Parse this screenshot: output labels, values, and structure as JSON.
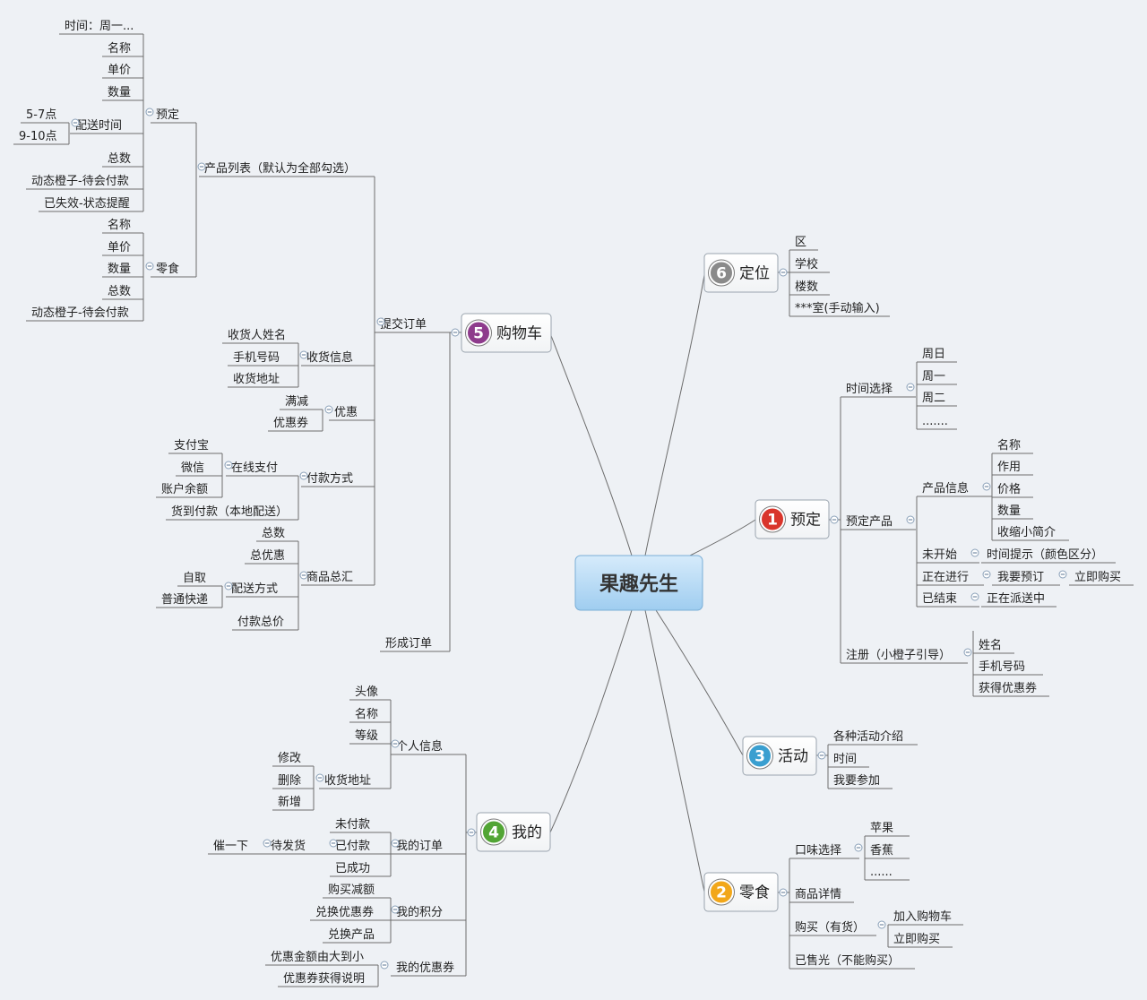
{
  "central": {
    "label": "果趣先生"
  },
  "colors": {
    "background": "#eef1f5",
    "line": "#6d6d6d",
    "central_fill": "#a9d3f2",
    "badge_1": "#d9352b",
    "badge_2": "#f2a71a",
    "badge_3": "#3a9fd0",
    "badge_4": "#52a535",
    "badge_5": "#8e3b8c",
    "badge_6": "#8a8a8a"
  },
  "branches": [
    {
      "num": "6",
      "label": "定位",
      "icon": "number-badge-icon"
    },
    {
      "num": "1",
      "label": "预定",
      "icon": "number-badge-icon"
    },
    {
      "num": "3",
      "label": "活动",
      "icon": "number-badge-icon"
    },
    {
      "num": "2",
      "label": "零食",
      "icon": "number-badge-icon"
    },
    {
      "num": "5",
      "label": "购物车",
      "icon": "number-badge-icon"
    },
    {
      "num": "4",
      "label": "我的",
      "icon": "number-badge-icon"
    }
  ],
  "texts": [
    "区",
    "学校",
    "楼数",
    "***室(手动输入)",
    "时间选择",
    "周日",
    "周一",
    "周二",
    ".......",
    "预定产品",
    "产品信息",
    "名称",
    "作用",
    "价格",
    "数量",
    "收缩小简介",
    "未开始",
    "时间提示（颜色区分）",
    "正在进行",
    "我要预订",
    "立即购买",
    "已结束",
    "正在派送中",
    "注册（小橙子引导）",
    "姓名",
    "手机号码",
    "获得优惠券",
    "各种活动介绍",
    "时间",
    "我要参加",
    "口味选择",
    "苹果",
    "香蕉",
    "......",
    "商品详情",
    "购买（有货）",
    "加入购物车",
    "立即购买",
    "已售光（不能购买）",
    "提交订单",
    "形成订单",
    "产品列表（默认为全部勾选）",
    "预定",
    "时间：周一...",
    "名称",
    "单价",
    "数量",
    "配送时间",
    "5-7点",
    "9-10点",
    "总数",
    "动态橙子-待会付款",
    "已失效-状态提醒",
    "零食",
    "名称",
    "单价",
    "数量",
    "总数",
    "动态橙子-待会付款",
    "收货信息",
    "收货人姓名",
    "手机号码",
    "收货地址",
    "优惠",
    "满减",
    "优惠券",
    "付款方式",
    "在线支付",
    "支付宝",
    "微信",
    "账户余额",
    "货到付款（本地配送）",
    "商品总汇",
    "总数",
    "总优惠",
    "配送方式",
    "自取",
    "普通快递",
    "付款总价",
    "个人信息",
    "头像",
    "名称",
    "等级",
    "收货地址",
    "修改",
    "删除",
    "新增",
    "我的订单",
    "未付款",
    "已付款",
    "待发货",
    "催一下",
    "已成功",
    "我的积分",
    "购买减额",
    "兑换优惠券",
    "兑换产品",
    "我的优惠券",
    "优惠金额由大到小",
    "优惠券获得说明"
  ]
}
